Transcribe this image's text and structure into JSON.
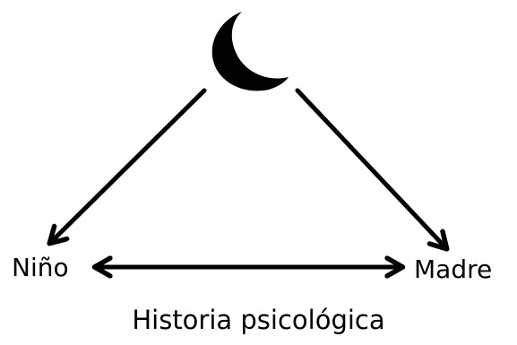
{
  "nodes": {
    "top_icon": "crescent-moon-icon",
    "child": "Niño",
    "mother": "Madre"
  },
  "caption": "Historia psicológica",
  "colors": {
    "ink": "#000000",
    "background": "#ffffff"
  },
  "edges": [
    {
      "from": "top_icon",
      "to": "child",
      "direction": "forward"
    },
    {
      "from": "top_icon",
      "to": "mother",
      "direction": "forward"
    },
    {
      "from": "child",
      "to": "mother",
      "direction": "both"
    }
  ]
}
